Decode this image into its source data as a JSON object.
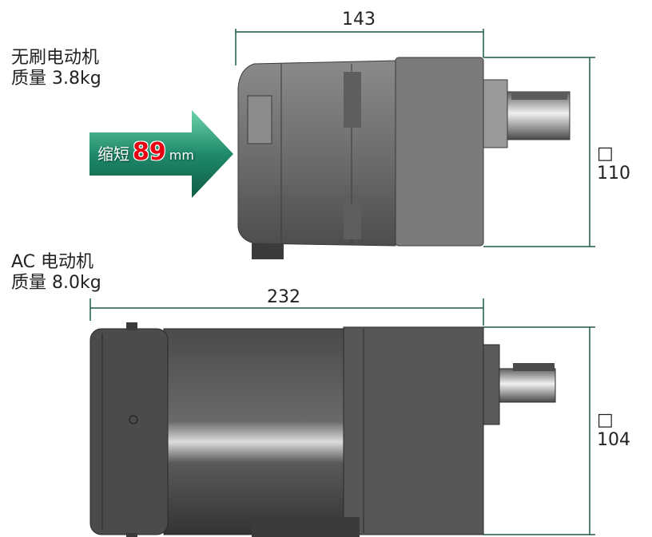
{
  "brushless": {
    "name": "无刷电动机",
    "mass": "质量 3.8kg",
    "length_dim": "143",
    "square_dim": "□ 110"
  },
  "reduction": {
    "prefix": "缩短",
    "value": "89",
    "unit": "mm"
  },
  "ac": {
    "name": "AC 电动机",
    "mass": "质量 8.0kg",
    "length_dim": "232",
    "square_dim": "□ 104"
  },
  "colors": {
    "accent_green": "#1f8a6a",
    "dim_line": "#1e5a4a",
    "red_number": "#e60012"
  }
}
